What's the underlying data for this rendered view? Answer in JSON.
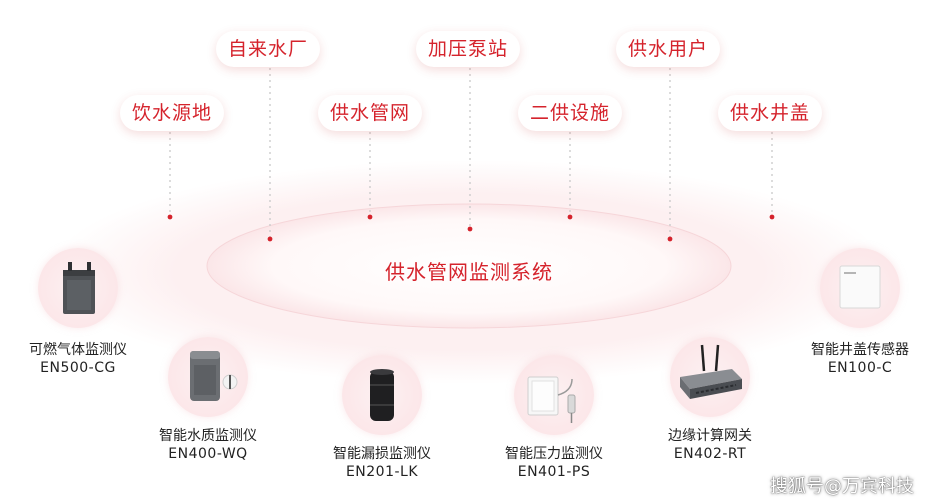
{
  "nodes": [
    "自来水厂",
    "加压泵站",
    "供水用户",
    "饮水源地",
    "供水管网",
    "二供设施",
    "供水井盖"
  ],
  "center_label": "供水管网监测系统",
  "devices": [
    {
      "name": "可燃气体监测仪",
      "model": "EN500-CG",
      "icon": "gas-detector-icon"
    },
    {
      "name": "智能水质监测仪",
      "model": "EN400-WQ",
      "icon": "water-quality-monitor-icon"
    },
    {
      "name": "智能漏损监测仪",
      "model": "EN201-LK",
      "icon": "leak-monitor-icon"
    },
    {
      "name": "智能压力监测仪",
      "model": "EN401-PS",
      "icon": "pressure-monitor-icon"
    },
    {
      "name": "边缘计算网关",
      "model": "EN402-RT",
      "icon": "edge-gateway-icon"
    },
    {
      "name": "智能井盖传感器",
      "model": "EN100-C",
      "icon": "manhole-sensor-icon"
    }
  ],
  "watermark": "搜狐号@万宾科技",
  "colors": {
    "accent": "#d5232c",
    "glow": "#fbe3e6"
  }
}
